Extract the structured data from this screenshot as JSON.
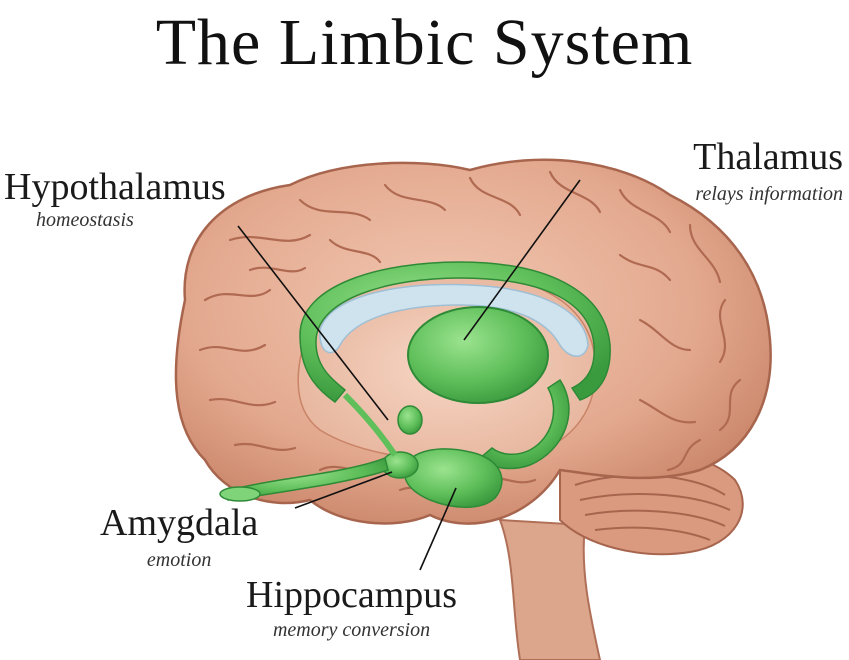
{
  "title": "The Limbic System",
  "labels": {
    "hypothalamus": {
      "name": "Hypothalamus",
      "role": "homeostasis"
    },
    "thalamus": {
      "name": "Thalamus",
      "role": "relays information"
    },
    "amygdala": {
      "name": "Amygdala",
      "role": "emotion"
    },
    "hippocampus": {
      "name": "Hippocampus",
      "role": "memory conversion"
    }
  },
  "colors": {
    "cortex": "#e3a98f",
    "cortex_shadow": "#b9705a",
    "limbic_green": "#5fbf5a",
    "limbic_dark": "#2e8a36",
    "ventricle_blue": "#cfe3ef",
    "leader_line": "#111111"
  }
}
